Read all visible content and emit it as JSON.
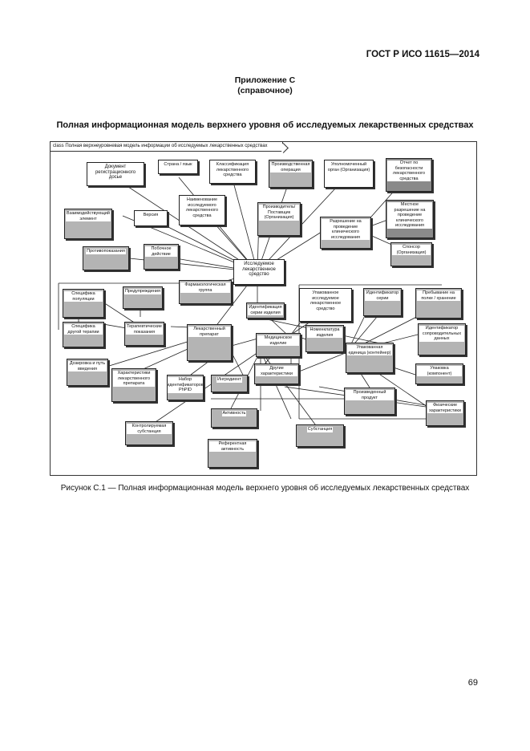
{
  "header": {
    "standard": "ГОСТ Р ИСО 11615—2014"
  },
  "appendix": {
    "line1": "Приложение С",
    "line2": "(справочное)"
  },
  "title": "Полная информационная модель верхнего уровня об исследуемых лекарственных средствах",
  "diagram": {
    "frame_label": "class Полная верхнеуровневая модель информации об исследуемых лекарственных средствах",
    "boxes": {
      "doc": "Документ регистрационного досье",
      "country": "Страна / язык",
      "classif": "Классификация лекарственного средства",
      "manuf_op": "Производственная операция",
      "authorized": "Уполномоченный орган (Организация)",
      "report": "Отчет по безопасности лекарственного средства",
      "interact": "Взаимодействующий элемент",
      "version": "Версия",
      "names": "Наименование исследуемого лекарственного средства",
      "manufacturer": "Производитель/Поставщик (Организация)",
      "permission": "Разрешение на проведение клинического исследования",
      "local_perm": "Местное разрешение на проведение клинического исследования",
      "contra": "Противопоказания",
      "side": "Побочное действие",
      "imp": "Исследуемое лекарственное средство",
      "sponsor": "Спонсор (Организация)",
      "pharmgroup": "Фармакологическая группа",
      "spec_pop": "Специфика популяции",
      "precaution": "Предупреждения",
      "therapy": "Терапевтические показания",
      "spec_other": "Специфика другой терапии",
      "med_product": "Лекарственный препарат",
      "id_batch": "Идентификация серии изделия",
      "pkg_drug": "Упакованное исследуемое лекарственное средство",
      "id_series": "Идентификатор серии",
      "storage": "Пребывание на полке / хранение",
      "nomen": "Номенклатура изделия",
      "med_device": "Медицинское изделие",
      "pack_unit": "Упакованная единица (контейнер)",
      "id_conn": "Идентификатор сопроводительных данных",
      "dosage": "Дозировка и путь введения",
      "form": "Характеристики лекарственного препарата",
      "pmid": "Набор идентификаторов PhPID",
      "ingredient": "Ингредиент",
      "other_char": "Другие характеристики",
      "container": "Упаковка (компонент)",
      "manuf_item": "Произведенный продукт",
      "phys_char": "Физические характеристики",
      "activity": "Активность",
      "control_sub": "Контролируемая субстанция",
      "substance": "Субстанция",
      "reference": "Референтная активность"
    }
  },
  "caption": "Рисунок С.1 — Полная информационная модель верхнего уровня об исследуемых лекарственных средствах",
  "page_number": "69"
}
